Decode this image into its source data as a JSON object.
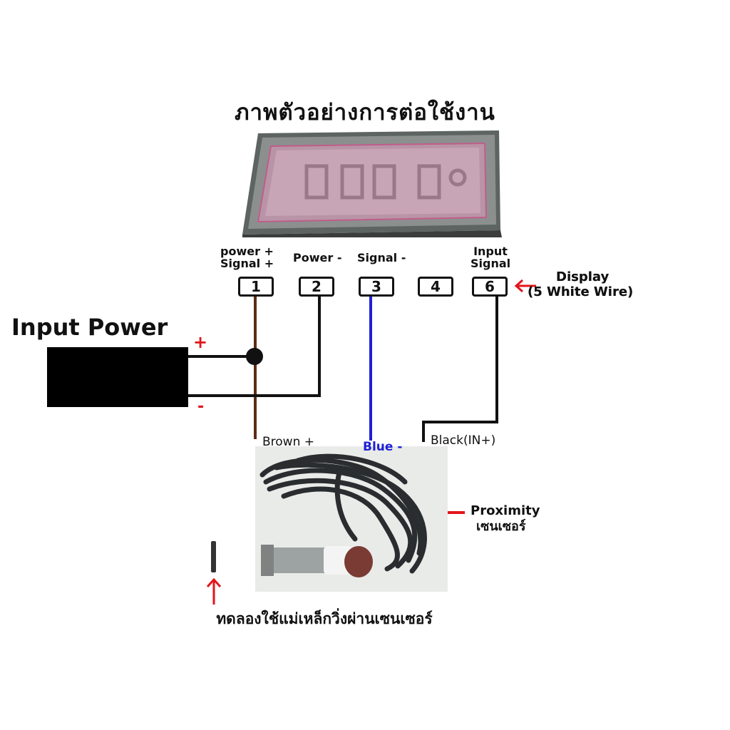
{
  "title": "ภาพตัวอย่างการต่อใช้งาน",
  "display_unit": {
    "digits": "8.8.8.8",
    "icon": "led-display-icon"
  },
  "terminals": [
    {
      "number": "1",
      "label_line1": "power +",
      "label_line2": "Signal +"
    },
    {
      "number": "2",
      "label_line1": "Power -",
      "label_line2": ""
    },
    {
      "number": "3",
      "label_line1": "Signal -",
      "label_line2": ""
    },
    {
      "number": "4",
      "label_line1": "",
      "label_line2": ""
    },
    {
      "number": "6",
      "label_line1": "Input",
      "label_line2": "Signal"
    }
  ],
  "display_note": {
    "line1": "Display",
    "line2": "(5 White Wire)"
  },
  "input_power": {
    "label": "Input Power",
    "plus": "+",
    "minus": "-"
  },
  "wires": {
    "brown": {
      "label": "Brown +",
      "color": "#5a2d14"
    },
    "blue": {
      "label": "Blue -",
      "color": "#1f1fd6"
    },
    "black": {
      "label": "Black(IN+)",
      "color": "#111111"
    }
  },
  "sensor_note": {
    "line1": "Proximity",
    "line2": "เซนเซอร์"
  },
  "bottom_note": "ทดลองใช้แม่เหล็กวิ่งผ่านเซนเซอร์",
  "accent_color": "#e3151a"
}
